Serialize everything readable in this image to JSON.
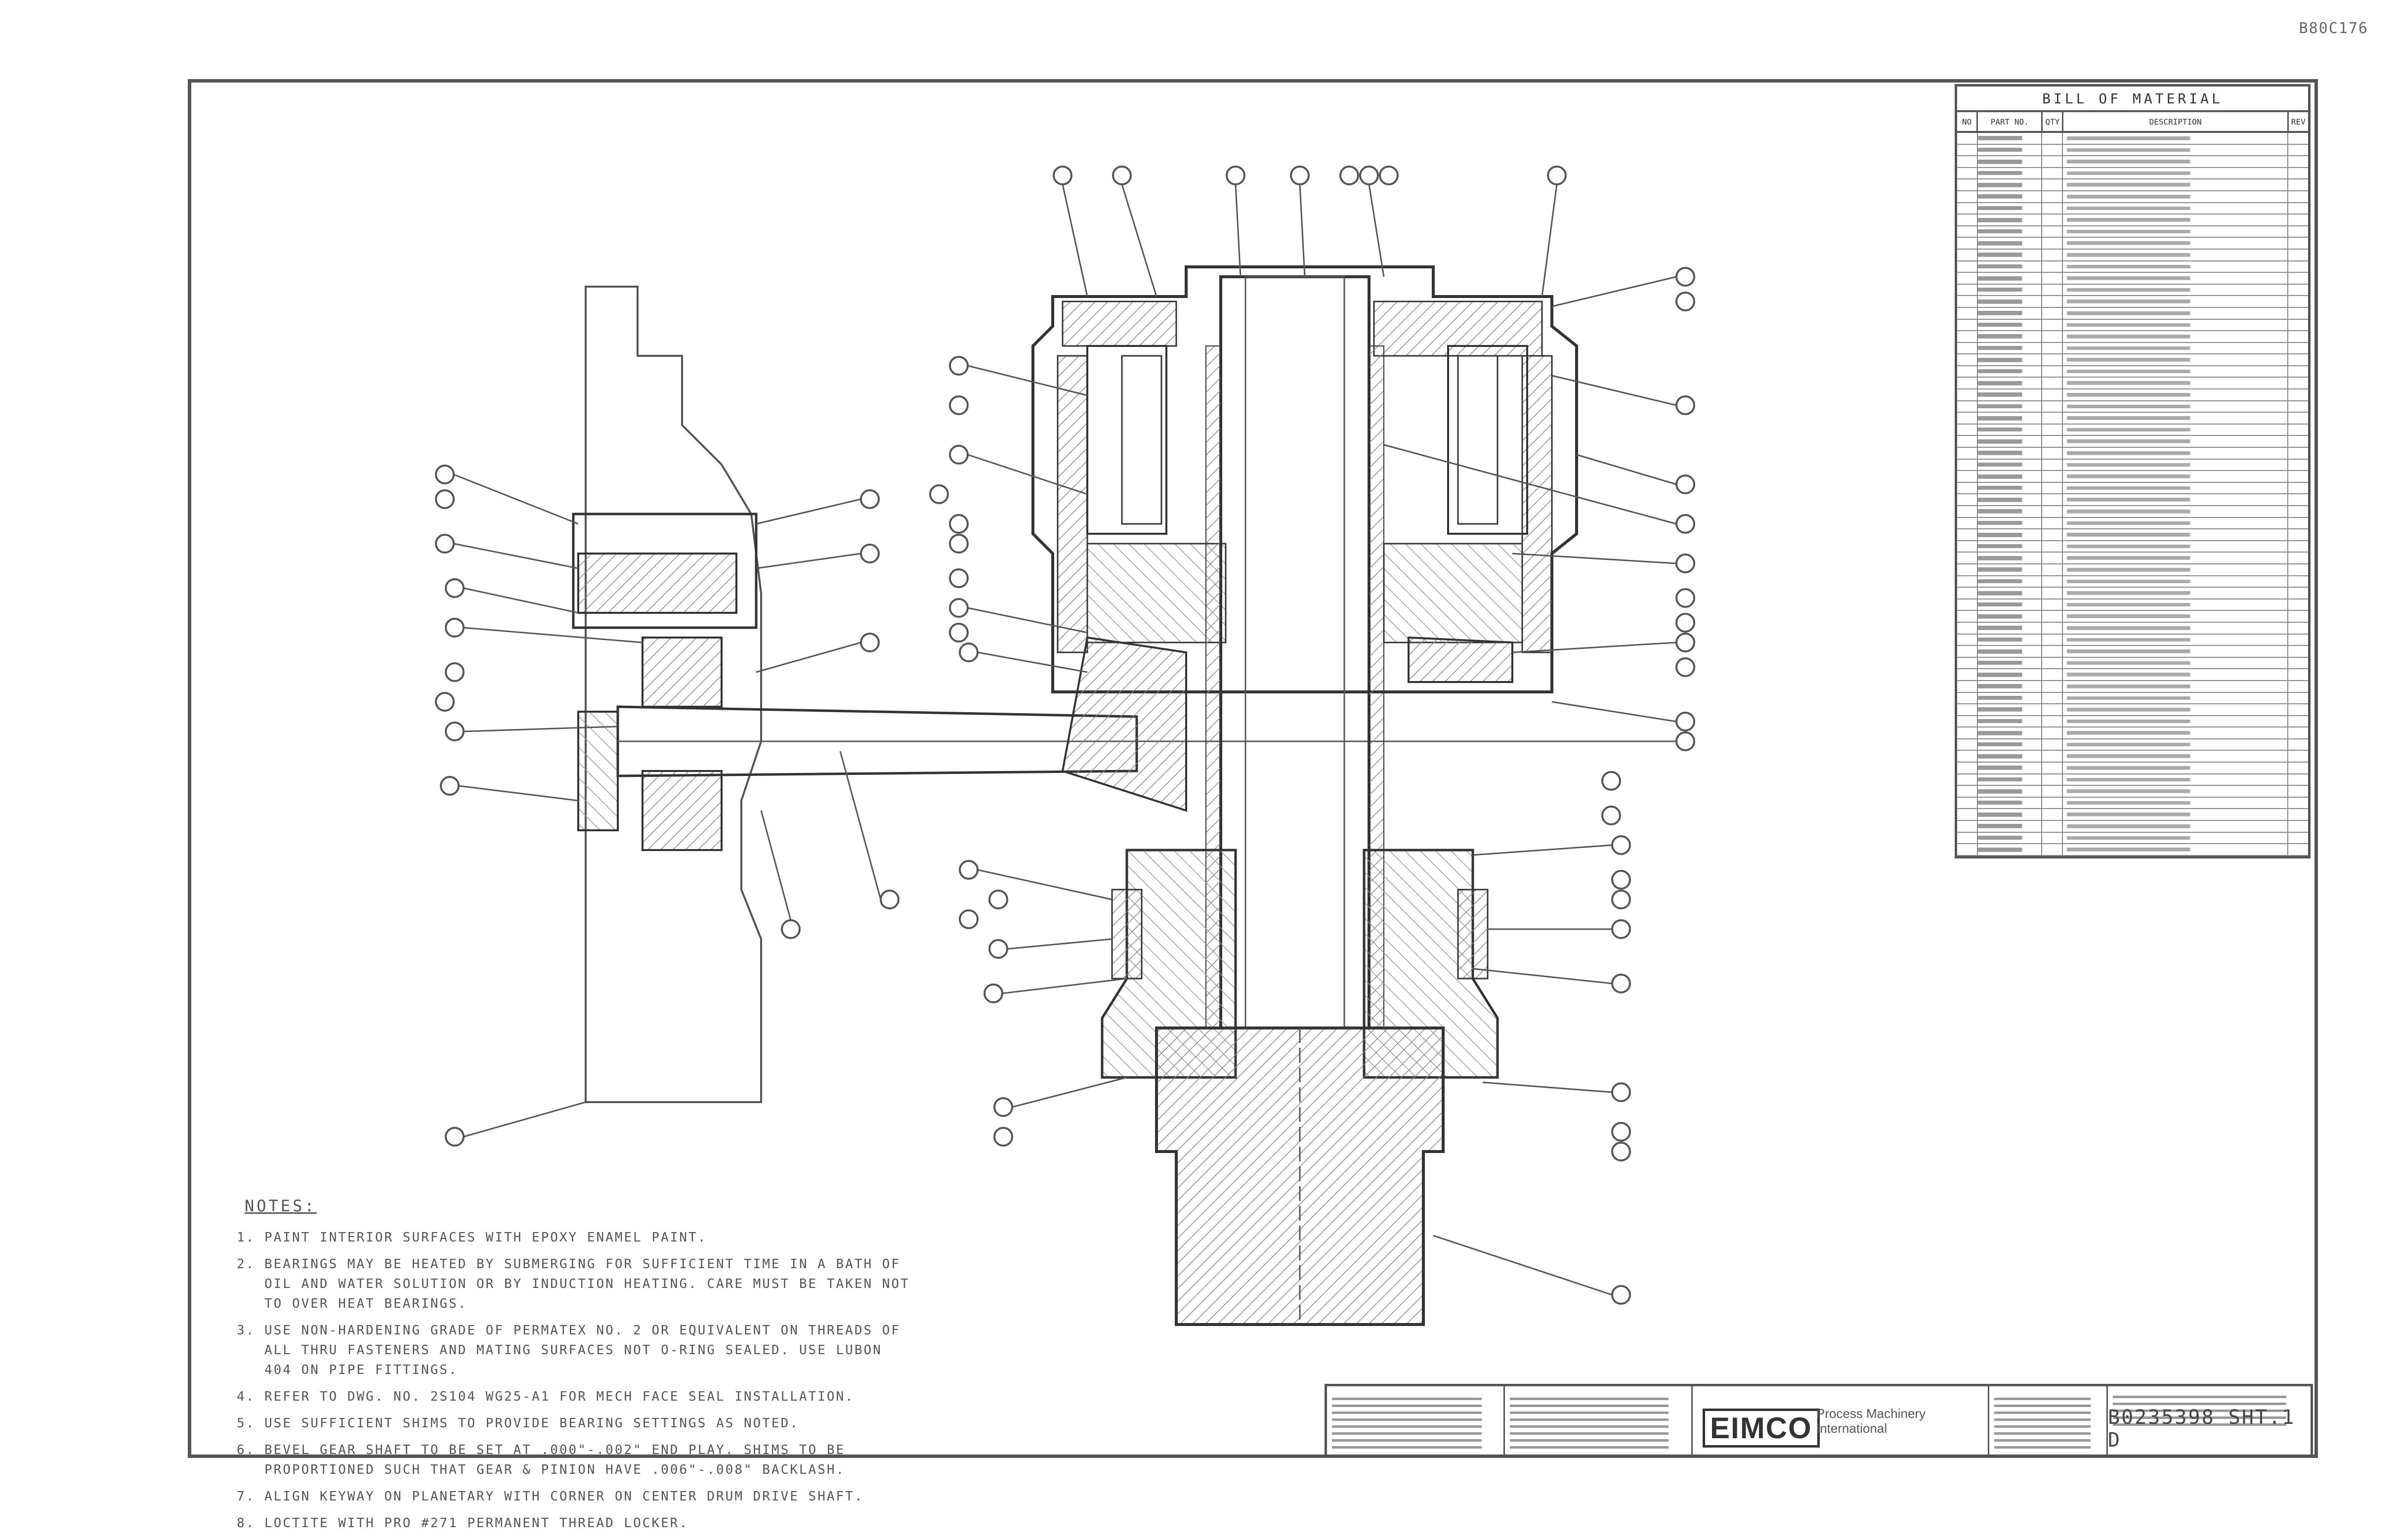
{
  "corner_ref": "B80C176",
  "notes": {
    "title": "NOTES:",
    "items": [
      "PAINT INTERIOR SURFACES WITH EPOXY ENAMEL PAINT.",
      "BEARINGS MAY BE HEATED BY SUBMERGING FOR SUFFICIENT TIME IN A BATH OF OIL AND WATER SOLUTION OR BY INDUCTION HEATING. CARE MUST BE TAKEN NOT TO OVER HEAT BEARINGS.",
      "USE NON-HARDENING GRADE OF PERMATEX NO. 2 OR EQUIVALENT ON THREADS OF ALL THRU FASTENERS AND MATING SURFACES NOT O-RING SEALED. USE LUBON 404 ON PIPE FITTINGS.",
      "REFER TO DWG. NO. 2S104 WG25-A1 FOR MECH FACE SEAL INSTALLATION.",
      "USE SUFFICIENT SHIMS TO PROVIDE BEARING SETTINGS AS NOTED.",
      "BEVEL GEAR SHAFT TO BE SET AT .000\"-.002\" END PLAY. SHIMS TO BE PROPORTIONED SUCH THAT GEAR & PINION HAVE .006\"-.008\" BACKLASH.",
      "ALIGN KEYWAY ON PLANETARY WITH CORNER ON CENTER DRUM DRIVE SHAFT.",
      "LOCTITE WITH PRO #271 PERMANENT THREAD LOCKER."
    ]
  },
  "bom": {
    "title": "BILL OF MATERIAL",
    "columns": [
      "NO",
      "PART NO.",
      "QTY",
      "DESCRIPTION",
      "REV"
    ]
  },
  "title_block": {
    "logo": "EIMCO",
    "company_line1": "Process Machinery",
    "company_line2": "International",
    "drawing_number": "B0235398 SHT.1 D"
  }
}
